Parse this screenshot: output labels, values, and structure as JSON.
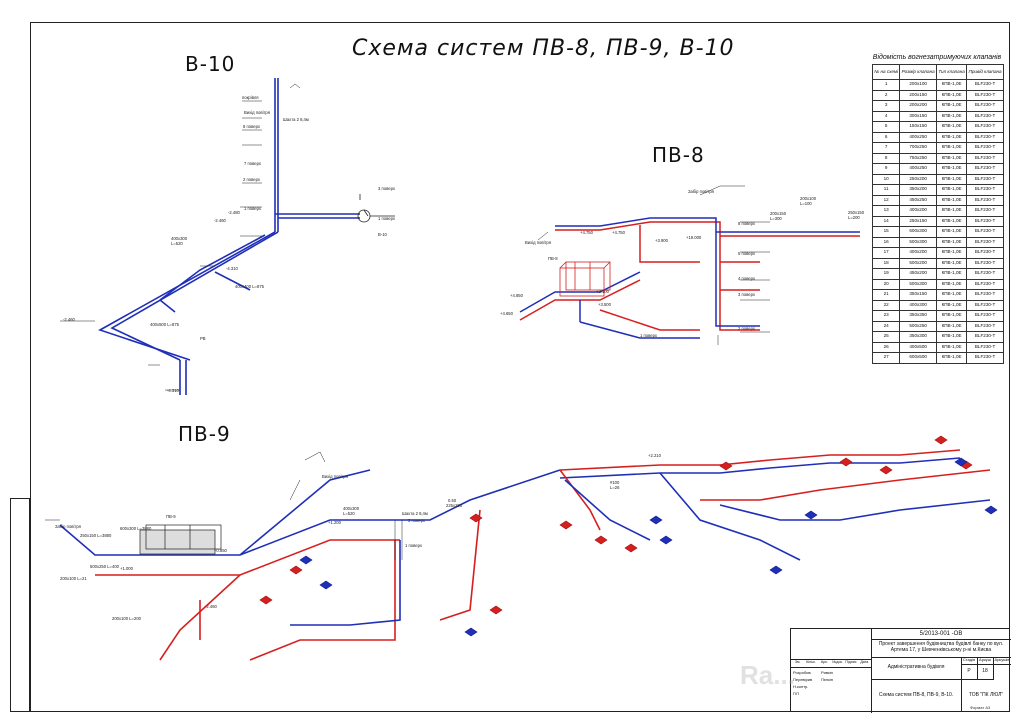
{
  "sheet": {
    "title": "Схема систем ПВ-8, ПВ-9, В-10",
    "systems": {
      "v10": "В-10",
      "pv8": "ПВ-8",
      "pv9": "ПВ-9"
    }
  },
  "valve_table": {
    "title": "Відомість вогнезатримуючих клапанів",
    "headers": [
      "№ на схемі",
      "Розмір клапана",
      "Тип клапана",
      "Привід клапана"
    ],
    "rows": [
      [
        "1",
        "200х100",
        "КПВ-1,0Е",
        "BLF230-T"
      ],
      [
        "2",
        "200х150",
        "КПВ-1,0Е",
        "BLF230-T"
      ],
      [
        "3",
        "200х200",
        "КПВ-1,0Е",
        "BLF230-T"
      ],
      [
        "4",
        "300х150",
        "КПВ-1,0Е",
        "BLF230-T"
      ],
      [
        "5",
        "150х150",
        "КПВ-1,0Е",
        "BLF230-T"
      ],
      [
        "6",
        "400х250",
        "КПВ-1,0Е",
        "BLF230-T"
      ],
      [
        "7",
        "700х250",
        "КПВ-1,0Е",
        "BLF230-T"
      ],
      [
        "8",
        "750х250",
        "КПВ-1,0Е",
        "BLF230-T"
      ],
      [
        "9",
        "400х250",
        "КПВ-1,0Е",
        "BLF230-T"
      ],
      [
        "10",
        "250х200",
        "КПВ-1,0Е",
        "BLF230-T"
      ],
      [
        "11",
        "350х200",
        "КПВ-1,0Е",
        "BLF230-T"
      ],
      [
        "12",
        "450х250",
        "КПВ-1,0Е",
        "BLF230-T"
      ],
      [
        "13",
        "400х200",
        "КПВ-1,0Е",
        "BLF230-T"
      ],
      [
        "14",
        "250х150",
        "КПВ-1,0Е",
        "BLF230-T"
      ],
      [
        "15",
        "600х300",
        "КПВ-1,0Е",
        "BLF230-T"
      ],
      [
        "16",
        "500х300",
        "КПВ-1,0Е",
        "BLF230-T"
      ],
      [
        "17",
        "400х200",
        "КПВ-1,0Е",
        "BLF230-T"
      ],
      [
        "18",
        "500х200",
        "КПВ-1,0Е",
        "BLF230-T"
      ],
      [
        "19",
        "450х200",
        "КПВ-1,0Е",
        "BLF230-T"
      ],
      [
        "20",
        "500х300",
        "КПВ-1,0Е",
        "BLF230-T"
      ],
      [
        "21",
        "350х150",
        "КПВ-1,0Е",
        "BLF230-T"
      ],
      [
        "22",
        "400х300",
        "КПВ-1,0Е",
        "BLF230-T"
      ],
      [
        "23",
        "350х350",
        "КПВ-1,0Е",
        "BLF230-T"
      ],
      [
        "24",
        "500х250",
        "КПВ-1,0Е",
        "BLF230-T"
      ],
      [
        "25",
        "350х300",
        "КПВ-1,0Е",
        "BLF230-T"
      ],
      [
        "26",
        "400х500",
        "КПВ-1,0Е",
        "BLF230-T"
      ],
      [
        "27",
        "600х500",
        "КПВ-1,0Е",
        "BLF230-T"
      ]
    ]
  },
  "labels": {
    "v10": [
      "покрівля",
      "Вихід повітря",
      "8 поверх",
      "7 поверх",
      "2 поверх",
      "1 поверх",
      "-2.460",
      "-2.480",
      "-4.310",
      "-2.460",
      "-4.310",
      "В-10",
      "Шахта 2 8,4м",
      "1 поверх",
      "3 поверх",
      "400х500 L=875",
      "400х400 L=875",
      "РВ",
      "400х300",
      "L=520"
    ],
    "pv8": [
      "Вихід повітря",
      "Забір повітря",
      "ПВ-8",
      "+4.750",
      "+4.750",
      "+3.900",
      "+19.000",
      "+4.850",
      "+4.650",
      "+3.100",
      "+3.500",
      "8 поверх",
      "5 поверх",
      "4 поверх",
      "3 поверх",
      "2 поверх",
      "1 поверх",
      "200х150",
      "L=300",
      "250х150",
      "L=200",
      "200х100",
      "L=100"
    ],
    "pv9": [
      "Вихід повітря",
      "Забір повітря",
      "ПВ-9",
      "+1.200",
      "+1.000",
      "-0.850",
      "-2.460",
      "+2.210",
      "0.50",
      "225х225",
      "Шахта 2 8,4м",
      "1 поверх",
      "3 поверх",
      "250х150 L=3880",
      "600х300 L=3880",
      "500х250 L=400",
      "200х100 L=21",
      "200х100 L=200",
      "400х300",
      "L=520",
      "#100",
      "L=26"
    ]
  },
  "stamp": {
    "code": "5/2013-001 -ОВ",
    "project": "Проект завершення будівництва будівлі банку по вул. Артема 17, у Шевченківському р-ні м.Києва",
    "object": "Адміністративна будівля",
    "drawing": "Схема систем ПВ-8, ПВ-9, В-10.",
    "stage_h": "Стадія",
    "sheet_h": "Аркуш",
    "sheets_h": "Аркушів",
    "stage": "Р",
    "sheet": "18",
    "rows": [
      "Зм.",
      "Кільк.",
      "Арк.",
      "№док.",
      "Підпис",
      "Дата"
    ],
    "roles": [
      "Розробив",
      "Перевірив",
      "Н.контр.",
      "ГІП"
    ],
    "names": [
      "Ривкін",
      "Пєпкін"
    ],
    "org": "ТОВ \"ПК ЛЮЛ\"",
    "format": "Формат А3"
  },
  "watermark": "Ra...",
  "colors": {
    "supply": "#d61f1f",
    "exhaust": "#1f2fb8",
    "line": "#222"
  }
}
